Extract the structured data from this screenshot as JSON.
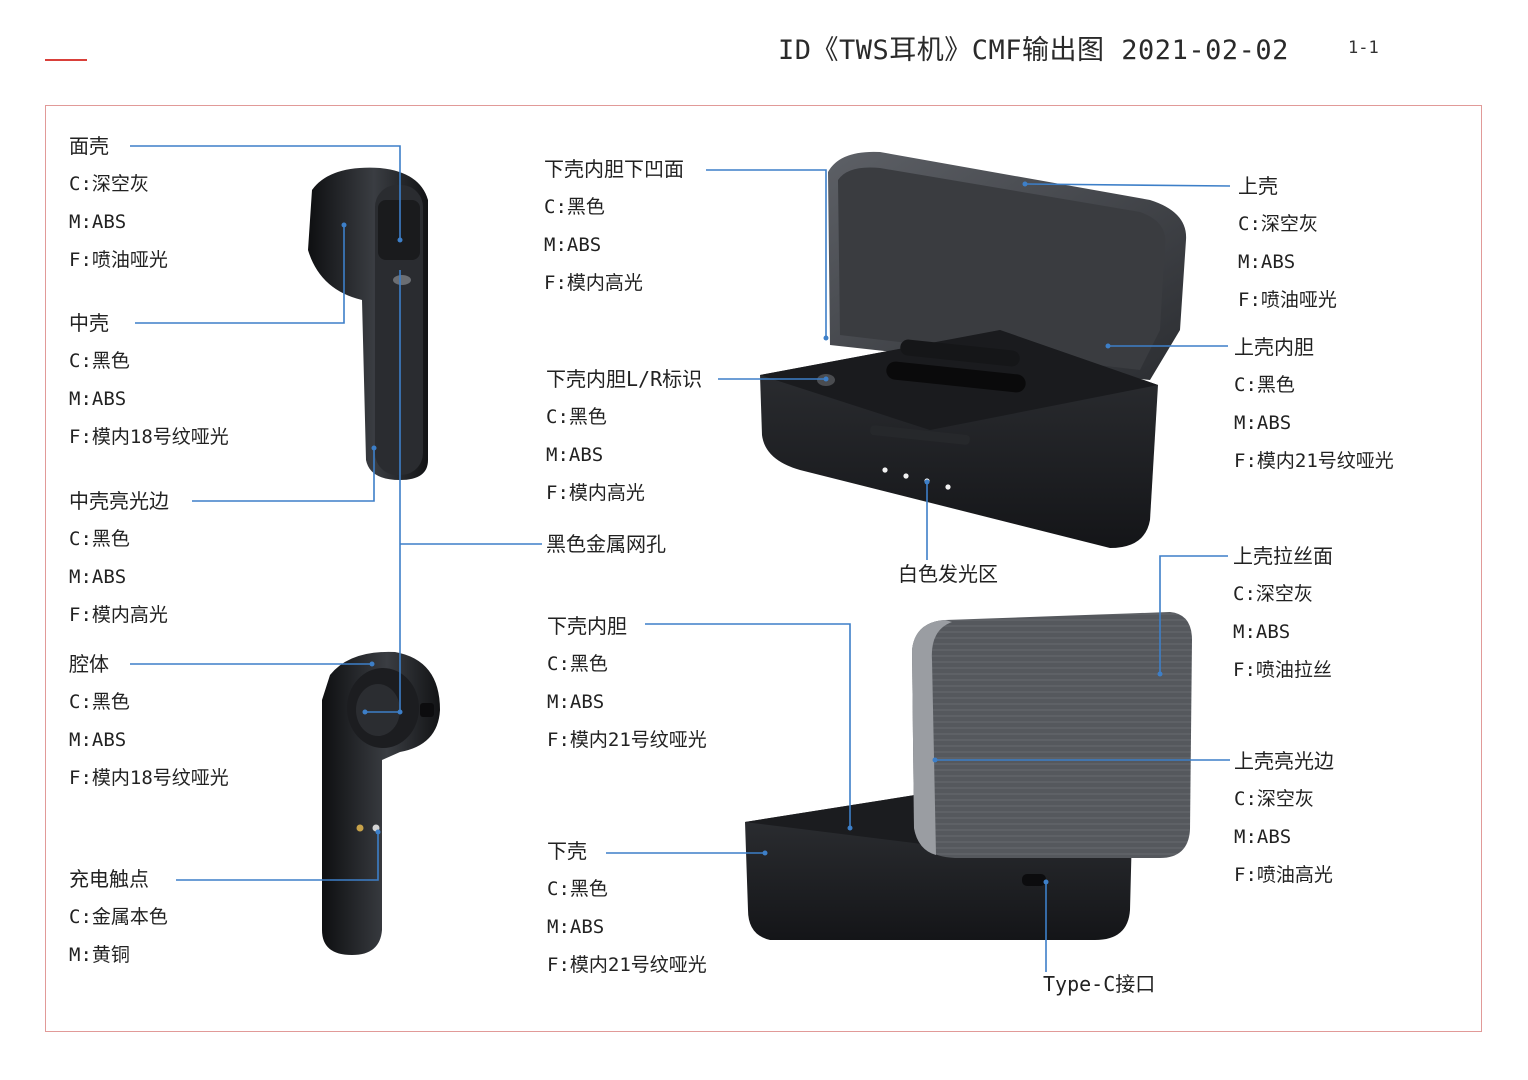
{
  "header": {
    "title": "ID《TWS耳机》CMF输出图 2021-02-02",
    "page": "1-1"
  },
  "labels": {
    "face_shell": {
      "name": "面壳",
      "c": "C:深空灰",
      "m": "M:ABS",
      "f": "F:喷油哑光"
    },
    "mid_shell": {
      "name": "中壳",
      "c": "C:黑色",
      "m": "M:ABS",
      "f": "F:模内18号纹哑光"
    },
    "mid_edge": {
      "name": "中壳亮光边",
      "c": "C:黑色",
      "m": "M:ABS",
      "f": "F:模内高光"
    },
    "cavity": {
      "name": "腔体",
      "c": "C:黑色",
      "m": "M:ABS",
      "f": "F:模内18号纹哑光"
    },
    "contacts": {
      "name": "充电触点",
      "c": "C:金属本色",
      "m": "M:黄铜"
    },
    "lower_recess": {
      "name": "下壳内胆下凹面",
      "c": "C:黑色",
      "m": "M:ABS",
      "f": "F:模内高光"
    },
    "lr_mark": {
      "name": "下壳内胆L/R标识",
      "c": "C:黑色",
      "m": "M:ABS",
      "f": "F:模内高光"
    },
    "mesh": {
      "name": "黑色金属网孔"
    },
    "lower_liner": {
      "name": "下壳内胆",
      "c": "C:黑色",
      "m": "M:ABS",
      "f": "F:模内21号纹哑光"
    },
    "lower_shell": {
      "name": "下壳",
      "c": "C:黑色",
      "m": "M:ABS",
      "f": "F:模内21号纹哑光"
    },
    "upper_shell": {
      "name": "上壳",
      "c": "C:深空灰",
      "m": "M:ABS",
      "f": "F:喷油哑光"
    },
    "upper_liner": {
      "name": "上壳内胆",
      "c": "C:黑色",
      "m": "M:ABS",
      "f": "F:模内21号纹哑光"
    },
    "white_light": {
      "name": "白色发光区"
    },
    "brushed_face": {
      "name": "上壳拉丝面",
      "c": "C:深空灰",
      "m": "M:ABS",
      "f": "F:喷油拉丝"
    },
    "upper_edge": {
      "name": "上壳亮光边",
      "c": "C:深空灰",
      "m": "M:ABS",
      "f": "F:喷油高光"
    },
    "typec": {
      "name": "Type-C接口"
    }
  },
  "colors": {
    "accent": "#d9403a",
    "leader": "#3d7fc8",
    "frame": "#e19a98"
  }
}
